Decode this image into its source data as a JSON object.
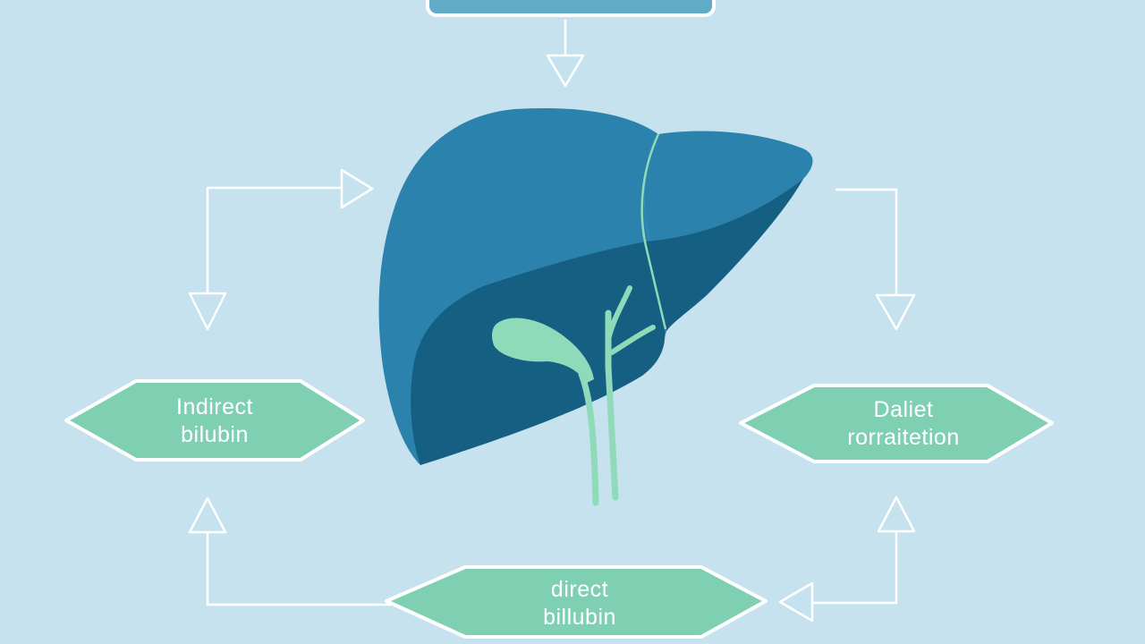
{
  "nodes": {
    "left": {
      "line1": "Indirect",
      "line2": "bilubin"
    },
    "right": {
      "line1": "Daliet",
      "line2": "rorraitetion"
    },
    "bottom": {
      "line1": "direct",
      "line2": "billubin"
    }
  },
  "colors": {
    "background": "#c5e2ee",
    "node_fill": "#7fd0b3",
    "node_border": "#ffffff",
    "connector": "#ffffff",
    "liver_light": "#2b83ad",
    "liver_dark": "#155f83",
    "gallbladder": "#8fdab9",
    "top_bar": "#62abc7"
  }
}
